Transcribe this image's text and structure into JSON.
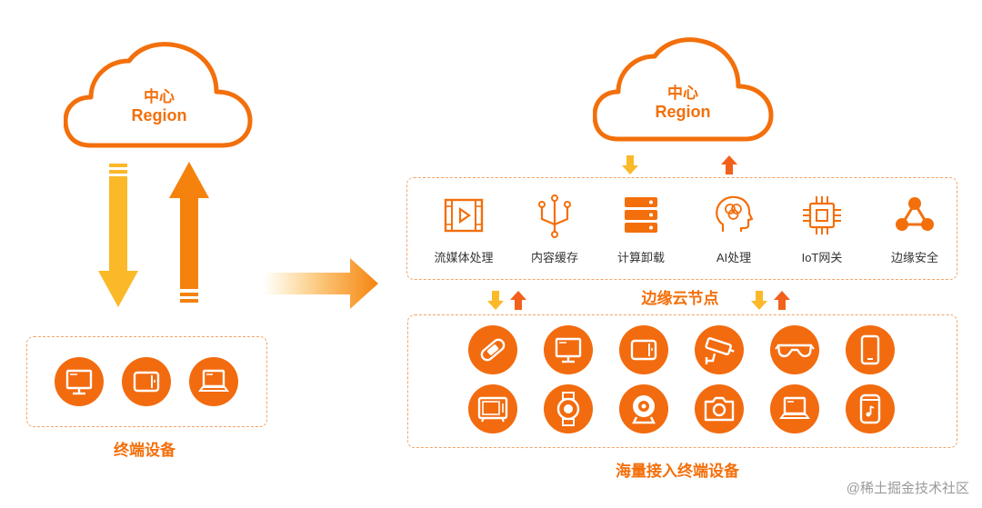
{
  "left": {
    "cloud": {
      "line1": "中心",
      "line2": "Region"
    },
    "device_icons": [
      "monitor-icon",
      "tablet-icon",
      "laptop-icon"
    ],
    "caption": "终端设备"
  },
  "right": {
    "cloud": {
      "line1": "中心",
      "line2": "Region"
    },
    "services": [
      {
        "icon": "video-icon",
        "label": "流媒体处理"
      },
      {
        "icon": "circuit-icon",
        "label": "内容缓存"
      },
      {
        "icon": "server-icon",
        "label": "计算卸载"
      },
      {
        "icon": "ai-head-icon",
        "label": "AI处理"
      },
      {
        "icon": "chip-icon",
        "label": "IoT网关"
      },
      {
        "icon": "network-icon",
        "label": "边缘安全"
      }
    ],
    "edge_caption": "边缘云节点",
    "device_icons_row1": [
      "wristband-icon",
      "monitor-icon",
      "tablet-icon",
      "cctv-icon",
      "vr-glasses-icon",
      "phone-icon"
    ],
    "device_icons_row2": [
      "tv-icon",
      "watch-icon",
      "webcam-icon",
      "camera-icon",
      "laptop-icon",
      "speaker-icon"
    ],
    "devices_caption": "海量接入终端设备"
  },
  "watermark": "@稀土掘金技术社区",
  "colors": {
    "orange": "#f26b0f",
    "yellow": "#fbb829",
    "light_orange": "#f3a468"
  }
}
